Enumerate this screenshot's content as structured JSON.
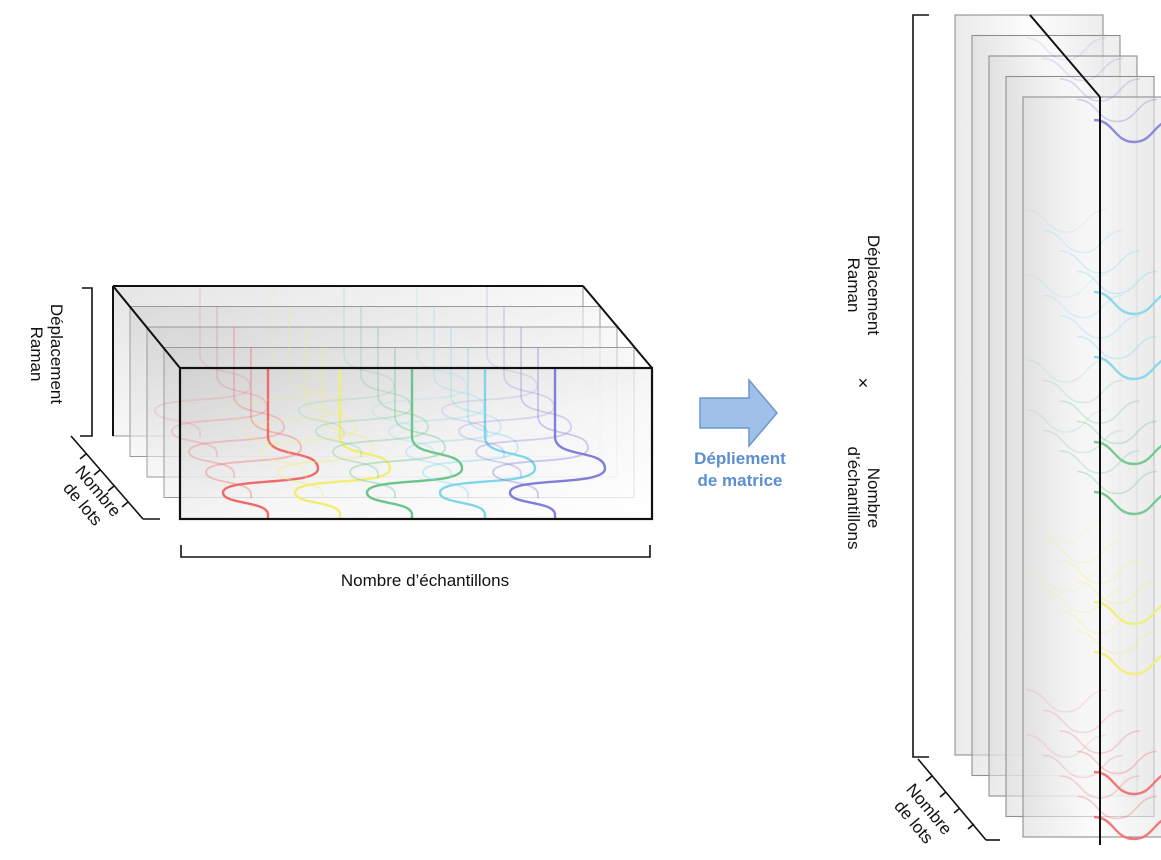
{
  "left_block": {
    "y_axis_label": [
      "Déplacement",
      "Raman"
    ],
    "depth_label": [
      "Nombre",
      "de lots"
    ],
    "x_axis_label": "Nombre d’échantillons"
  },
  "arrow": {
    "label": [
      "Dépliement",
      "de matrice"
    ],
    "color": "#9fc0e8"
  },
  "right_block": {
    "vertical_label_top": [
      "Déplacement",
      "Raman"
    ],
    "times_symbol": "×",
    "vertical_label_bottom": [
      "Nombre",
      "d’échantillons"
    ],
    "depth_label": [
      "Nombre",
      "de lots"
    ]
  },
  "spectra_colors": [
    "#ef6a6a",
    "#f2ee74",
    "#6cc48a",
    "#7fd6ea",
    "#7f7ed8"
  ],
  "slice_count": 5
}
